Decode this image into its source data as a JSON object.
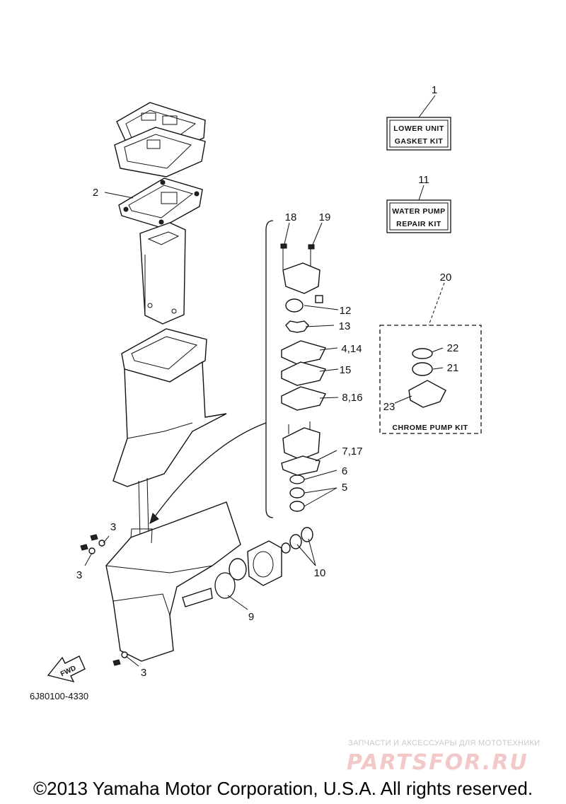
{
  "diagram": {
    "part_labels": {
      "p1": "1",
      "p2": "2",
      "p3a": "3",
      "p3b": "3",
      "p3c": "3",
      "p4_14": "4,14",
      "p5": "5",
      "p6": "6",
      "p7_17": "7,17",
      "p8_16": "8,16",
      "p9": "9",
      "p10": "10",
      "p11": "11",
      "p12": "12",
      "p13": "13",
      "p15": "15",
      "p18": "18",
      "p19": "19",
      "p20": "20",
      "p21": "21",
      "p22": "22",
      "p23": "23"
    },
    "kits": {
      "lower_unit_line1": "LOWER UNIT",
      "lower_unit_line2": "GASKET KIT",
      "water_pump_line1": "WATER PUMP",
      "water_pump_line2": "REPAIR KIT",
      "chrome_pump": "CHROME PUMP KIT"
    },
    "fwd_label": "FWD",
    "diagram_code": "6J80100-4330"
  },
  "watermark": {
    "tagline": "ЗАПЧАСТИ И АКСЕССУАРЫ ДЛЯ МОТОТЕХНИКИ",
    "brand": "PARTSFOR.RU"
  },
  "footer": {
    "copyright": "©2013 Yamaha Motor Corporation, U.S.A. All rights reserved."
  }
}
